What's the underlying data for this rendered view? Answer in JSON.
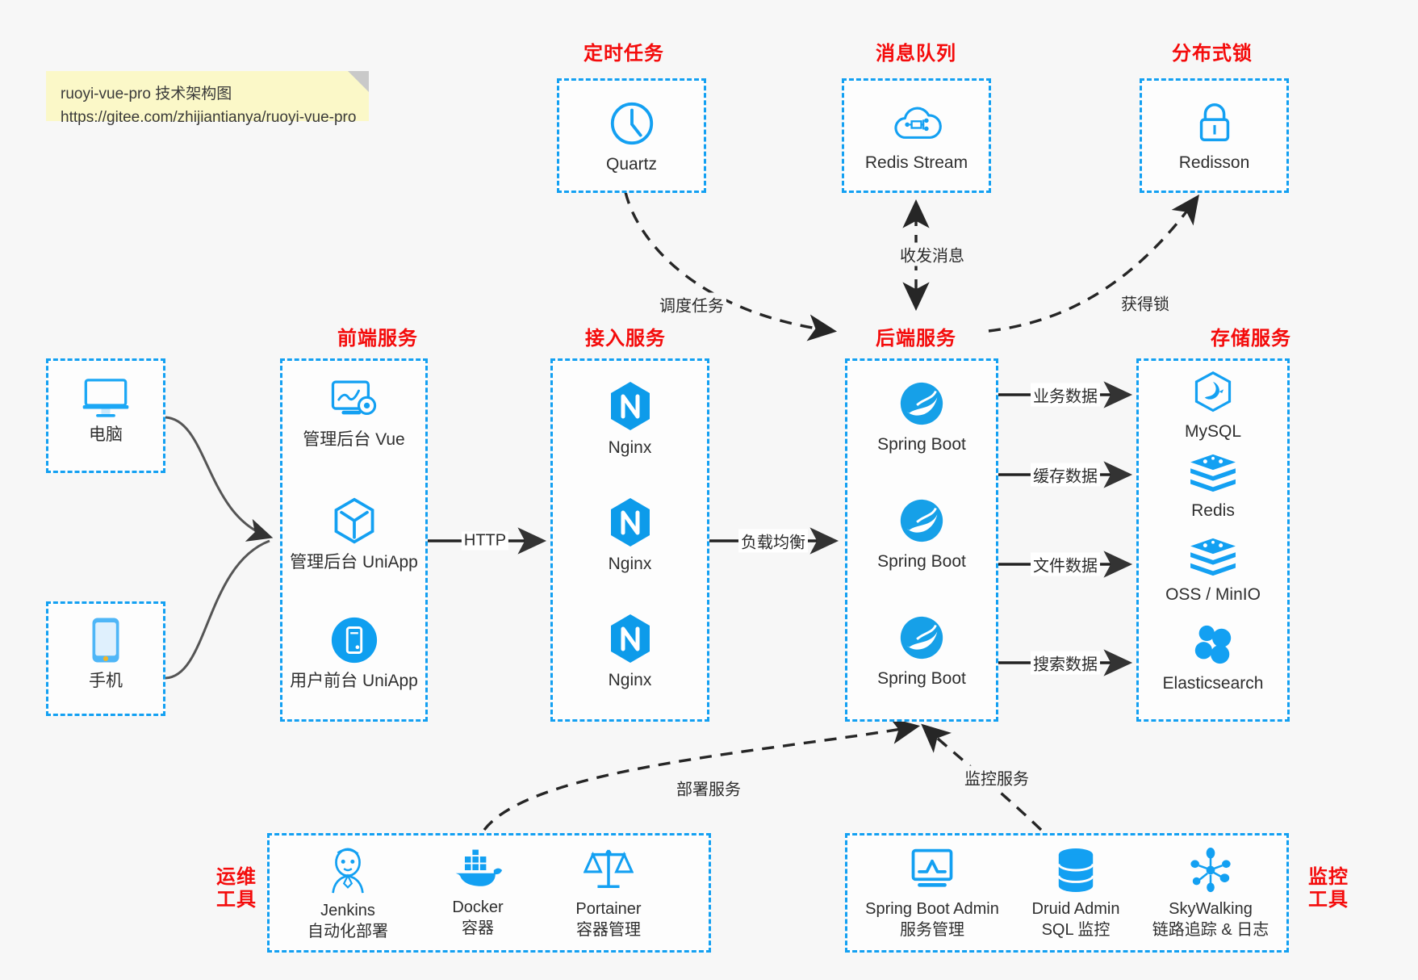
{
  "meta": {
    "title": "ruoyi-vue-pro 技术架构图",
    "accent_blue": "#13a0f2",
    "accent_red": "#f40b0b",
    "note_bg": "#fbf8c8",
    "canvas_bg": "#f7f7f7"
  },
  "note": {
    "line1": "ruoyi-vue-pro 技术架构图",
    "line2": "https://gitee.com/zhijiantianya/ruoyi-vue-pro"
  },
  "groups": {
    "scheduled_task": {
      "title": "定时任务",
      "items": [
        {
          "label": "Quartz",
          "icon": "clock-icon"
        }
      ]
    },
    "message_queue": {
      "title": "消息队列",
      "items": [
        {
          "label": "Redis Stream",
          "icon": "cloud-network-icon"
        }
      ]
    },
    "distributed_lock": {
      "title": "分布式锁",
      "items": [
        {
          "label": "Redisson",
          "icon": "lock-icon"
        }
      ]
    },
    "clients": {
      "items": [
        {
          "label": "电脑",
          "icon": "desktop-monitor-icon"
        },
        {
          "label": "手机",
          "icon": "mobile-phone-icon"
        }
      ]
    },
    "frontend": {
      "title": "前端服务",
      "items": [
        {
          "label": "管理后台 Vue",
          "icon": "dashboard-gear-icon"
        },
        {
          "label": "管理后台 UniApp",
          "icon": "hexagon-cube-icon"
        },
        {
          "label": "用户前台 UniApp",
          "icon": "mobile-circle-icon"
        }
      ]
    },
    "gateway": {
      "title": "接入服务",
      "items": [
        {
          "label": "Nginx",
          "icon": "nginx-icon"
        },
        {
          "label": "Nginx",
          "icon": "nginx-icon"
        },
        {
          "label": "Nginx",
          "icon": "nginx-icon"
        }
      ]
    },
    "backend": {
      "title": "后端服务",
      "items": [
        {
          "label": "Spring Boot",
          "icon": "spring-boot-icon"
        },
        {
          "label": "Spring Boot",
          "icon": "spring-boot-icon"
        },
        {
          "label": "Spring Boot",
          "icon": "spring-boot-icon"
        }
      ]
    },
    "storage": {
      "title": "存储服务",
      "items": [
        {
          "label": "MySQL",
          "icon": "mysql-dolphin-icon"
        },
        {
          "label": "Redis",
          "icon": "redis-stack-icon"
        },
        {
          "label": "OSS / MinIO",
          "icon": "redis-stack-icon"
        },
        {
          "label": "Elasticsearch",
          "icon": "elasticsearch-icon"
        }
      ]
    },
    "devops": {
      "title_line1": "运维",
      "title_line2": "工具",
      "items": [
        {
          "label": "Jenkins",
          "sub": "自动化部署",
          "icon": "jenkins-butler-icon"
        },
        {
          "label": "Docker",
          "sub": "容器",
          "icon": "docker-whale-icon"
        },
        {
          "label": "Portainer",
          "sub": "容器管理",
          "icon": "scales-balance-icon"
        }
      ]
    },
    "monitoring": {
      "title_line1": "监控",
      "title_line2": "工具",
      "items": [
        {
          "label": "Spring Boot Admin",
          "sub": "服务管理",
          "icon": "monitor-chart-icon"
        },
        {
          "label": "Druid Admin",
          "sub": "SQL 监控",
          "icon": "database-cylinder-icon"
        },
        {
          "label": "SkyWalking",
          "sub": "链路追踪 & 日志",
          "icon": "skywalking-node-icon"
        }
      ]
    }
  },
  "edges": [
    {
      "name": "edge-quartz-to-backend",
      "label": "调度任务",
      "style": "dashed"
    },
    {
      "name": "edge-mq-backend",
      "label": "收发消息",
      "style": "dashed"
    },
    {
      "name": "edge-backend-to-lock",
      "label": "获得锁",
      "style": "dashed"
    },
    {
      "name": "edge-frontend-to-gateway",
      "label": "HTTP",
      "style": "solid"
    },
    {
      "name": "edge-gateway-to-backend",
      "label": "负载均衡",
      "style": "solid"
    },
    {
      "name": "edge-backend-to-mysql",
      "label": "业务数据",
      "style": "solid"
    },
    {
      "name": "edge-backend-to-redis",
      "label": "缓存数据",
      "style": "solid"
    },
    {
      "name": "edge-backend-to-oss",
      "label": "文件数据",
      "style": "solid"
    },
    {
      "name": "edge-backend-to-es",
      "label": "搜索数据",
      "style": "solid"
    },
    {
      "name": "edge-devops-to-backend",
      "label": "部署服务",
      "style": "dashed"
    },
    {
      "name": "edge-monitoring-to-backend",
      "label": "监控服务",
      "style": "dashed"
    }
  ]
}
